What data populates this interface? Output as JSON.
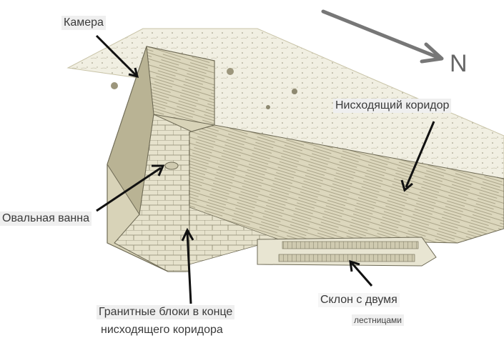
{
  "diagram": {
    "compass": {
      "label": "N",
      "arrow_color": "#777777"
    },
    "labels": {
      "chamber": "Камера",
      "descending_corridor": "Нисходящий коридор",
      "oval_basin": "Овальная ванна",
      "granite_blocks_line1": "Гранитные блоки в конце",
      "granite_blocks_line2": "нисходящего коридора",
      "slope_line1": "Склон с двумя",
      "slope_line2": "лестницами"
    },
    "colors": {
      "stone_light": "#ece9d8",
      "stone_mid": "#d8d3b8",
      "stone_dark": "#b9b394",
      "line": "#6e6a55",
      "pointer": "#111111"
    }
  }
}
